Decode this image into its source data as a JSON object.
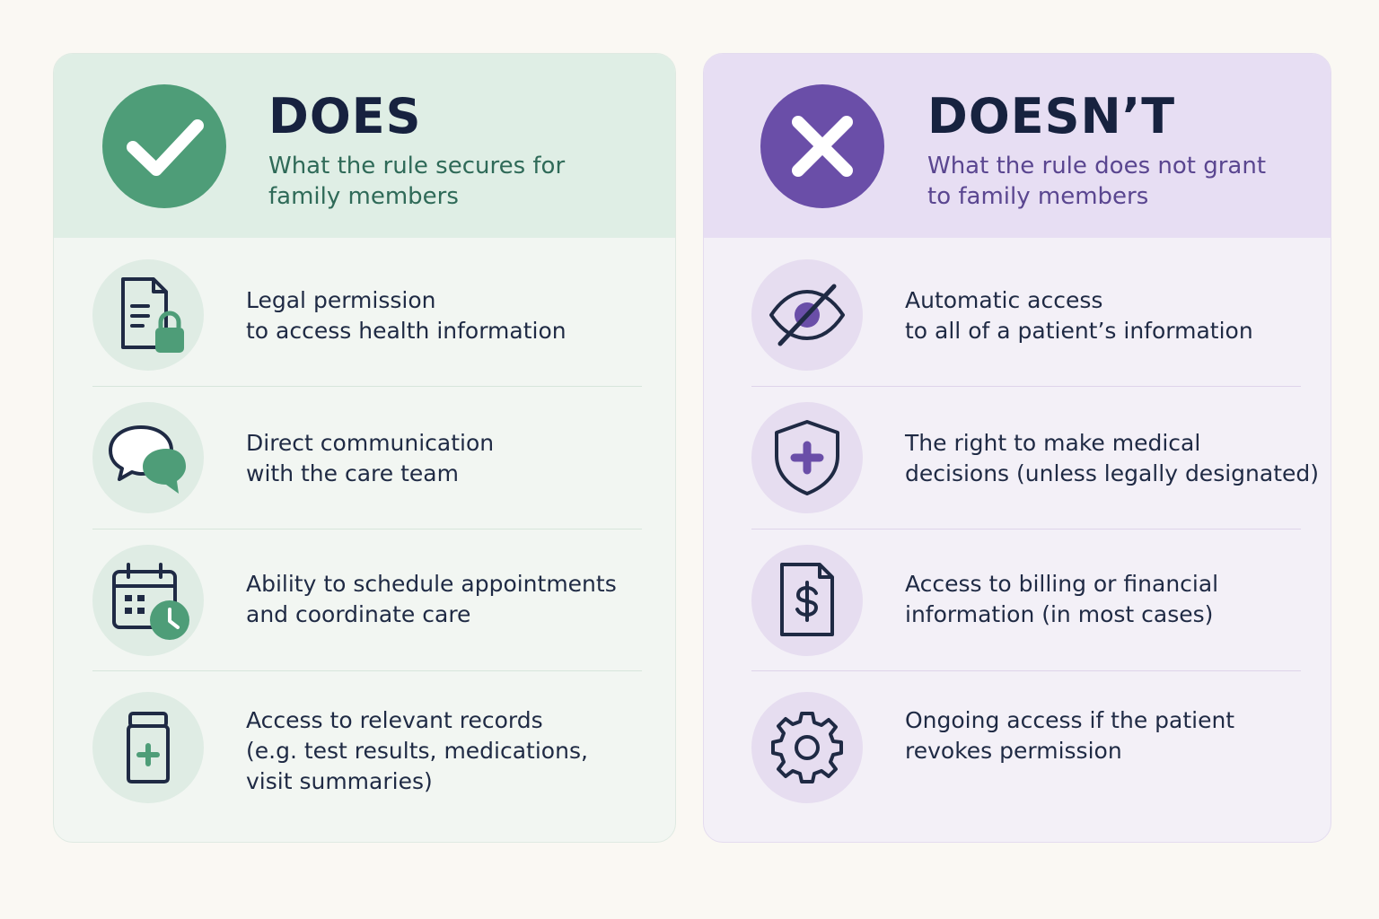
{
  "does": {
    "title": "DOES",
    "subtitle_line1": "What the rule secures for",
    "subtitle_line2": "family members",
    "items": [
      {
        "icon": "document-lock-icon",
        "lines": [
          "Legal permission",
          "to access health information"
        ]
      },
      {
        "icon": "chat-bubbles-icon",
        "lines": [
          "Direct communication",
          "with the care team"
        ]
      },
      {
        "icon": "calendar-clock-icon",
        "lines": [
          "Ability to schedule appointments",
          "and coordinate care"
        ]
      },
      {
        "icon": "medicine-bottle-icon",
        "lines": [
          "Access to relevant records",
          "(e.g. test results, medications,",
          "visit summaries)"
        ]
      }
    ]
  },
  "doesnt": {
    "title": "DOESN’T",
    "subtitle_line1": "What the rule does not grant",
    "subtitle_line2": "to family members",
    "items": [
      {
        "icon": "eye-slash-icon",
        "lines": [
          "Automatic access",
          "to all of a patient’s information"
        ]
      },
      {
        "icon": "shield-cross-icon",
        "lines": [
          "The right to make medical",
          "decisions (unless legally designated)"
        ]
      },
      {
        "icon": "dollar-document-icon",
        "lines": [
          "Access to billing or financial",
          "information (in most cases)"
        ]
      },
      {
        "icon": "gear-icon",
        "lines": [
          "Ongoing access if the patient",
          "revokes permission"
        ]
      }
    ]
  },
  "colors": {
    "green": "#4e9d78",
    "purple": "#6a4ea8",
    "navy": "#1f2a44"
  }
}
